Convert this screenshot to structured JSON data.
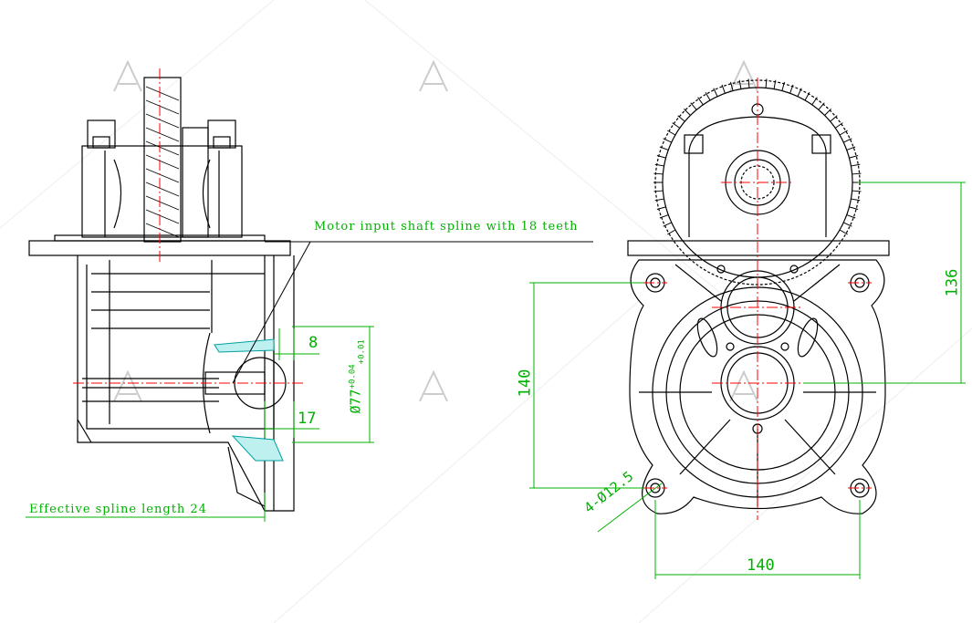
{
  "annotations": {
    "spline_teeth": "Motor input shaft spline with 18 teeth",
    "spline_length": "Effective spline length 24"
  },
  "dimensions": {
    "d8": "8",
    "d17": "17",
    "d77": "Ø77",
    "d77_tol_upper": "+0.04",
    "d77_tol_lower": "+0.01",
    "d136": "136",
    "d140_v": "140",
    "d140_h": "140",
    "hole": "4-Ø12.5"
  },
  "colors": {
    "line": "#000000",
    "dimension": "#00b000",
    "center": "#ff0000",
    "section": "#00c8c8",
    "watermark": "#cccccc"
  }
}
